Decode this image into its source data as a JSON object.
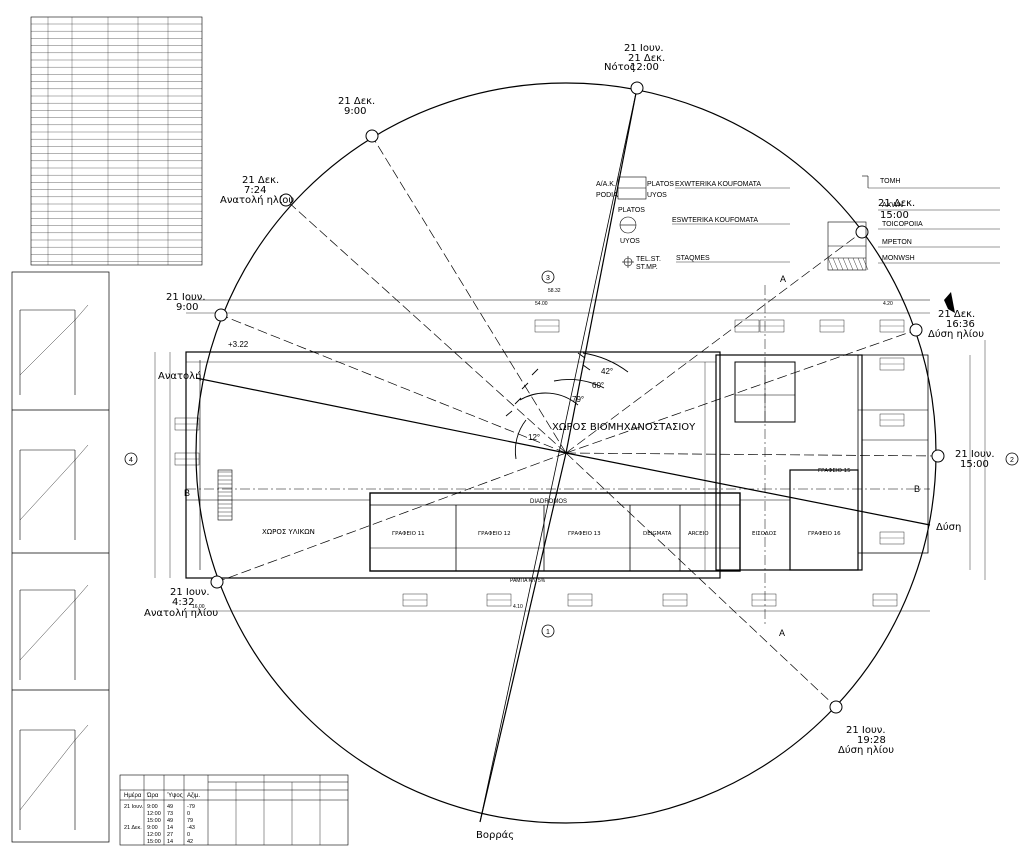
{
  "sun_markers": {
    "south": {
      "date": "21 Ιουν.",
      "date2": "21 Δεκ.",
      "label": "Νότος",
      "time": "12:00"
    },
    "north": {
      "label": "Βορράς"
    },
    "east": {
      "label": "Ανατολή"
    },
    "west": {
      "label": "Δύση"
    },
    "dec_9": {
      "date": "21 Δεκ.",
      "time": "9:00"
    },
    "dec_724": {
      "date": "21 Δεκ.",
      "time": "7:24",
      "label": "Ανατολή ηλίου"
    },
    "jun_9": {
      "date": "21 Ιουν.",
      "time": "9:00"
    },
    "jun_432": {
      "date": "21 Ιουν.",
      "time": "4:32",
      "label": "Ανατολή ηλίου"
    },
    "dec_15": {
      "date": "21 Δεκ.",
      "time": "15:00"
    },
    "dec_1636": {
      "date": "21 Δεκ.",
      "time": "16:36",
      "label": "Δύση ηλίου"
    },
    "jun_15": {
      "date": "21 Ιουν.",
      "time": "15:00"
    },
    "jun_1928": {
      "date": "21 Ιουν.",
      "time": "19:28",
      "label": "Δύση ηλίου"
    }
  },
  "building": {
    "main_space": "ΧΩΡΟΣ ΒΙΟΜΗΧΑΝΟΣΤΑΣΙΟΥ",
    "storage": "ΧΩΡΟΣ ΥΛΙΚΩΝ",
    "corridor": "DIADROMOS",
    "rooms": [
      "ΓΡΑΦΕΙΟ 11",
      "ΓΡΑΦΕΙΟ 12",
      "ΓΡΑΦΕΙΟ 13",
      "DEIGMATA",
      "ARCEIO",
      "ΕΙΣΟΔΟΣ",
      "ΓΡΑΦΕΙΟ 16",
      "ΓΡΑΦΕΙΟ 15"
    ],
    "ramp": "ΡΑΜΠΑ ΚΛ. 5%",
    "angles": [
      "42°",
      "60°",
      "79°",
      "12°"
    ],
    "level": "+3.22",
    "section_a": "A",
    "section_b": "B",
    "axes": [
      "1",
      "2",
      "3",
      "4"
    ],
    "dims": {
      "top_total": "58.32",
      "top_left": "54.00",
      "top_right": "4.20",
      "bottom_left": "16.00",
      "bottom_mid": "4.10"
    }
  },
  "legend": {
    "aak": "A/A.K.",
    "podia": "PODIA",
    "platos": "PLATOS",
    "uyos": "UYOS",
    "ext_frames": "EXWTERIKA KOUFOMATA",
    "ext_frames2": "ESWTERIKA KOUFOMATA",
    "platos2": "PLATOS",
    "uyos2": "UYOS",
    "tel_st": "TEL.ST.",
    "st_mp": "ST.MP.",
    "staqmes": "STAQMES",
    "tomh": "TOMH",
    "axwn": "AXWN",
    "toicopoiia": "TOICOPOIIA",
    "mpeton": "MPETON",
    "monwsh": "MONWSH"
  },
  "sun_table": {
    "headers": [
      "Ημέρα",
      "Ώρα",
      "Ύψος",
      "Αζιμ."
    ],
    "rows": [
      [
        "21 Ιουν.",
        "9:00",
        "49",
        "-79"
      ],
      [
        "",
        "12:00",
        "73",
        "0"
      ],
      [
        "",
        "15:00",
        "49",
        "79"
      ],
      [
        "21 Δεκ.",
        "9:00",
        "14",
        "-43"
      ],
      [
        "",
        "12:00",
        "27",
        "0"
      ],
      [
        "",
        "15:00",
        "14",
        "42"
      ]
    ]
  },
  "colors": {
    "line": "#000000",
    "paper": "#ffffff"
  }
}
